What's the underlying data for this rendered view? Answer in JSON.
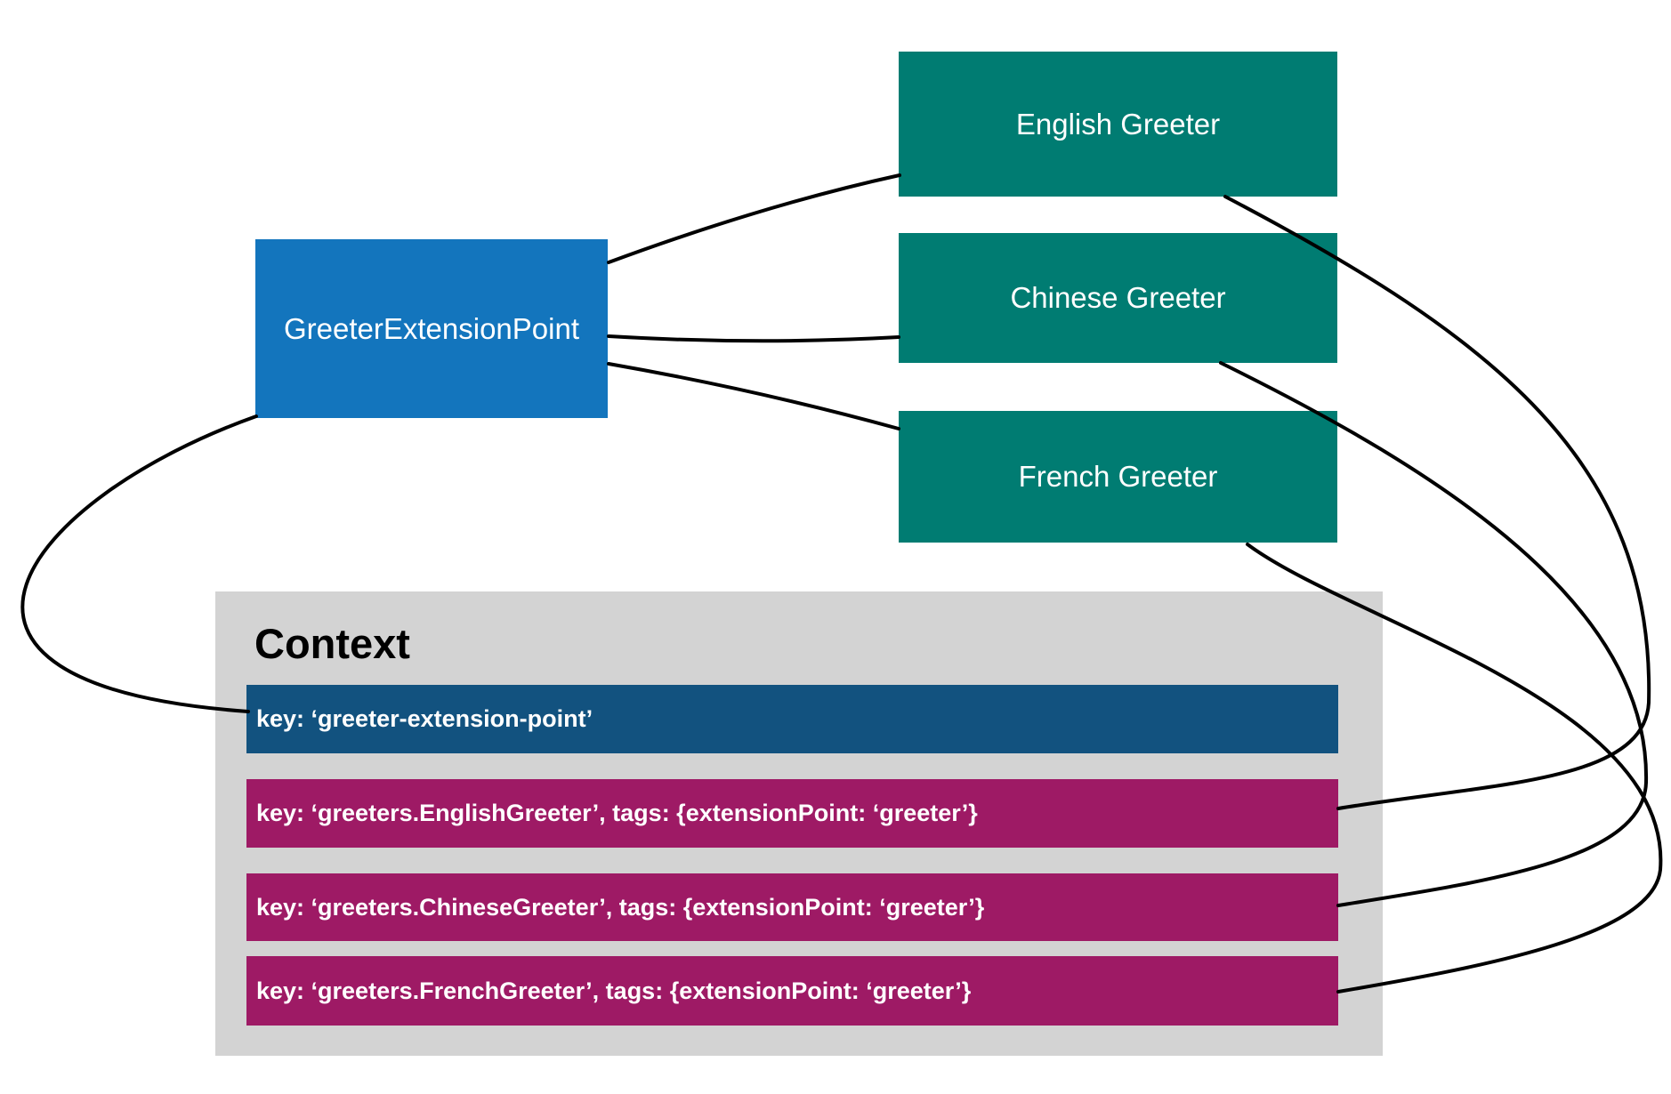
{
  "extension_point": {
    "label": "GreeterExtensionPoint"
  },
  "greeters": [
    {
      "label": "English Greeter"
    },
    {
      "label": "Chinese Greeter"
    },
    {
      "label": "French Greeter"
    }
  ],
  "context": {
    "title": "Context",
    "registrations": [
      {
        "text": "key: ‘greeter-extension-point’",
        "kind": "extension-point"
      },
      {
        "text": "key: ‘greeters.EnglishGreeter’, tags: {extensionPoint: ‘greeter’}",
        "kind": "greeter"
      },
      {
        "text": "key: ‘greeters.ChineseGreeter’, tags: {extensionPoint: ‘greeter’}",
        "kind": "greeter"
      },
      {
        "text": "key: ‘greeters.FrenchGreeter’, tags: {extensionPoint: ‘greeter’}",
        "kind": "greeter"
      }
    ]
  },
  "connections": [
    {
      "from": "GreeterExtensionPoint",
      "to": "English Greeter"
    },
    {
      "from": "GreeterExtensionPoint",
      "to": "Chinese Greeter"
    },
    {
      "from": "GreeterExtensionPoint",
      "to": "French Greeter"
    },
    {
      "from": "GreeterExtensionPoint",
      "to": "key: ‘greeter-extension-point’"
    },
    {
      "from": "English Greeter",
      "to": "key: ‘greeters.EnglishGreeter’"
    },
    {
      "from": "Chinese Greeter",
      "to": "key: ‘greeters.ChineseGreeter’"
    },
    {
      "from": "French Greeter",
      "to": "key: ‘greeters.FrenchGreeter’"
    }
  ],
  "colors": {
    "extension_point_fill": "#1375BD",
    "greeter_fill": "#007C72",
    "context_panel_fill": "#D3D3D3",
    "extension_registration_fill": "#12527F",
    "greeter_registration_fill": "#9E1A65",
    "connector_stroke": "#000000",
    "box_label_text": "#FFFFFF",
    "title_text": "#000000"
  }
}
